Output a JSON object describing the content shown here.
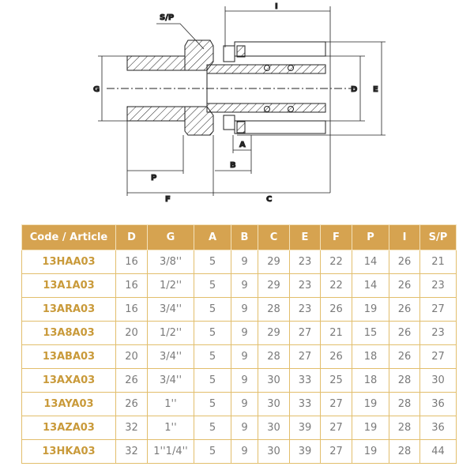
{
  "diagram": {
    "labels": {
      "sp": "S/P",
      "i": "I",
      "g": "G",
      "d": "D",
      "e": "E",
      "a": "A",
      "b": "B",
      "p": "P",
      "f": "F",
      "c": "C"
    }
  },
  "table": {
    "headers": [
      "Code / Article",
      "D",
      "G",
      "A",
      "B",
      "C",
      "E",
      "F",
      "P",
      "I",
      "S/P"
    ],
    "rows": [
      [
        "13HAA03",
        "16",
        "3/8''",
        "5",
        "9",
        "29",
        "23",
        "22",
        "14",
        "26",
        "21"
      ],
      [
        "13A1A03",
        "16",
        "1/2''",
        "5",
        "9",
        "29",
        "23",
        "22",
        "14",
        "26",
        "23"
      ],
      [
        "13ARA03",
        "16",
        "3/4''",
        "5",
        "9",
        "28",
        "23",
        "26",
        "19",
        "26",
        "27"
      ],
      [
        "13A8A03",
        "20",
        "1/2''",
        "5",
        "9",
        "29",
        "27",
        "21",
        "15",
        "26",
        "23"
      ],
      [
        "13ABA03",
        "20",
        "3/4''",
        "5",
        "9",
        "28",
        "27",
        "26",
        "18",
        "26",
        "27"
      ],
      [
        "13AXA03",
        "26",
        "3/4''",
        "5",
        "9",
        "30",
        "33",
        "25",
        "18",
        "28",
        "30"
      ],
      [
        "13AYA03",
        "26",
        "1''",
        "5",
        "9",
        "30",
        "33",
        "27",
        "19",
        "28",
        "36"
      ],
      [
        "13AZA03",
        "32",
        "1''",
        "5",
        "9",
        "30",
        "39",
        "27",
        "19",
        "28",
        "36"
      ],
      [
        "13HKA03",
        "32",
        "1''1/4''",
        "5",
        "9",
        "30",
        "39",
        "27",
        "19",
        "28",
        "44"
      ]
    ]
  },
  "colors": {
    "header_bg": "#d6a350",
    "code_text": "#c99a3a",
    "border": "#e2be6c"
  }
}
